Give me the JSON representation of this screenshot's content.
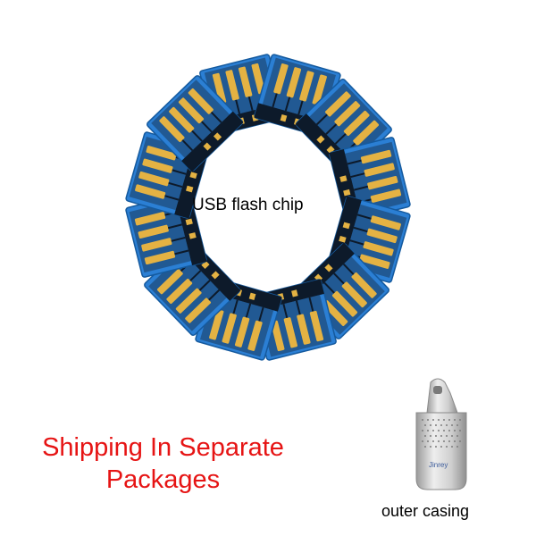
{
  "product": {
    "center_label": "USB flash chip",
    "shipping_line1": "Shipping In Separate",
    "shipping_line2": "Packages",
    "casing_label": "outer casing",
    "casing_brand": "Jinrey"
  },
  "chips": {
    "count": 12
  },
  "colors": {
    "chip_blue": "#2b7fd4",
    "chip_dark": "#0d1a2a",
    "contact_gold": "#e4b243",
    "shipping_text": "#e61414",
    "casing_metal": "#c9c9c9"
  }
}
